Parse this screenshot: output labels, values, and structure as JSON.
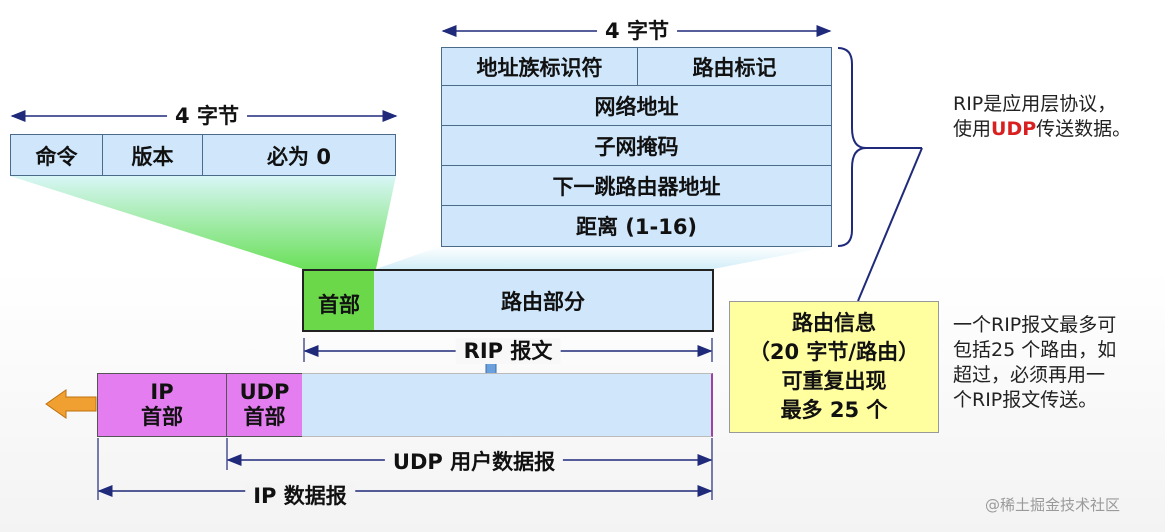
{
  "rip_header": {
    "width_label": "4 字节",
    "fields": [
      "命令",
      "版本",
      "必为 0"
    ]
  },
  "route_entry": {
    "width_label": "4 字节",
    "row1": [
      "地址族标识符",
      "路由标记"
    ],
    "rows": [
      "网络地址",
      "子网掩码",
      "下一跳路由器地址",
      "距离 (1-16)"
    ]
  },
  "rip_message": {
    "header_label": "首部",
    "body_label": "路由部分",
    "span_label": "RIP 报文"
  },
  "datagram": {
    "ip_header_line1": "IP",
    "ip_header_line2": "首部",
    "udp_header_line1": "UDP",
    "udp_header_line2": "首部",
    "udp_span_label": "UDP 用户数据报",
    "ip_span_label": "IP 数据报"
  },
  "route_info_box": {
    "lines": [
      "路由信息",
      "（20 字节/路由）",
      "可重复出现",
      "最多 25 个"
    ]
  },
  "note_top": {
    "line1": "RIP是应用层协议，",
    "line2_pre": "使用",
    "line2_highlight": "UDP",
    "line2_post": "传送数据。"
  },
  "note_bottom": {
    "lines": [
      "一个RIP报文最多可",
      "包括25 个路由，如",
      "超过，必须再用一",
      "个RIP报文传送。"
    ]
  },
  "watermark": "@稀土掘金技术社区",
  "colors": {
    "cell_fill": "#cfe6fb",
    "header_green": "#6bd84a",
    "ip_udp_magenta": "#e47ef0",
    "info_yellow": "#ffffa0",
    "udp_red": "#d92020",
    "brace_blue": "#1f2a7a",
    "arrow_orange": "#f0a030"
  }
}
